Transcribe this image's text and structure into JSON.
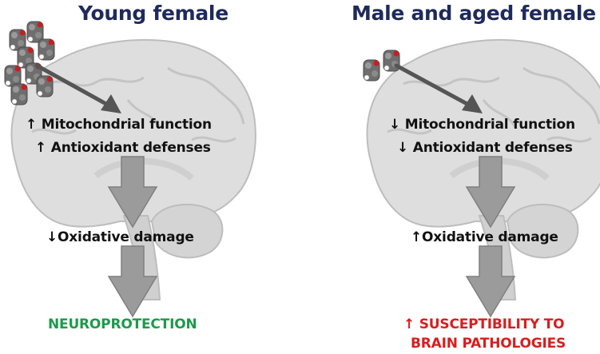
{
  "colors": {
    "title": "#1f2a5c",
    "neuroprotection": "#1c9a4a",
    "susceptibility": "#d81e1e",
    "brain_fill": "#dedede",
    "brain_outline": "#bdbdbd",
    "arrow_fill": "#9b9b9b",
    "molecule_carbon": "#6e6e6e",
    "molecule_oxygen": "#c62020"
  },
  "left_panel": {
    "title": "Young female",
    "step1": "↑ Mitochondrial function",
    "step2": "↑ Antioxidant defenses",
    "step3": "↓Oxidative damage",
    "outcome": "NEUROPROTECTION"
  },
  "right_panel": {
    "title": "Male and aged female",
    "step1": "↓ Mitochondrial function",
    "step2": "↓ Antioxidant defenses",
    "step3": "↑Oxidative damage",
    "outcome_line1": "↑ SUSCEPTIBILITY TO",
    "outcome_line2": "BRAIN PATHOLOGIES"
  },
  "icons": [
    "brain-silhouette-icon",
    "estrogen-molecule-icon",
    "down-block-arrow-icon"
  ]
}
